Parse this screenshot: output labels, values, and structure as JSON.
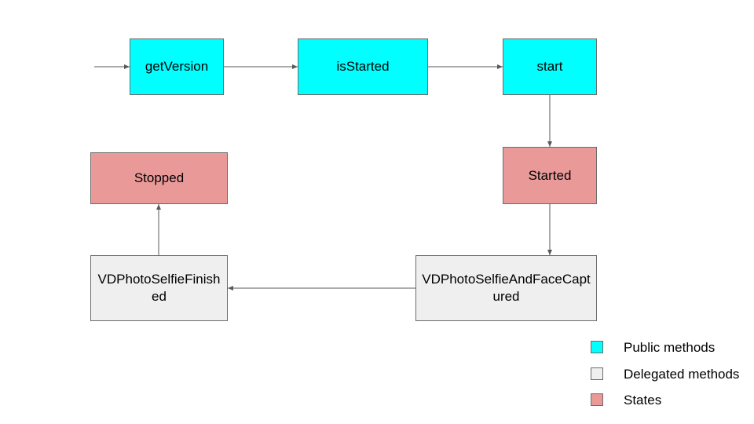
{
  "colors": {
    "public_method": "#00ffff",
    "delegated_method": "#efefef",
    "state": "#ea9999",
    "arrow": "#595959"
  },
  "nodes": {
    "get_version": {
      "label": "getVersion",
      "kind": "public_method"
    },
    "is_started": {
      "label": "isStarted",
      "kind": "public_method"
    },
    "start": {
      "label": "start",
      "kind": "public_method"
    },
    "started": {
      "label": "Started",
      "kind": "state"
    },
    "stopped": {
      "label": "Stopped",
      "kind": "state"
    },
    "selfie_and_face_captured": {
      "label": "VDPhotoSelfieAndFaceCaptured",
      "kind": "delegated_method"
    },
    "selfie_finished": {
      "label": "VDPhotoSelfieFinished",
      "kind": "delegated_method"
    }
  },
  "edges": [
    {
      "from": "entry",
      "to": "get_version"
    },
    {
      "from": "get_version",
      "to": "is_started"
    },
    {
      "from": "is_started",
      "to": "start"
    },
    {
      "from": "start",
      "to": "started"
    },
    {
      "from": "started",
      "to": "selfie_and_face_captured"
    },
    {
      "from": "selfie_and_face_captured",
      "to": "selfie_finished"
    },
    {
      "from": "selfie_finished",
      "to": "stopped"
    }
  ],
  "legend": {
    "items": [
      {
        "label": "Public methods",
        "kind": "public_method"
      },
      {
        "label": "Delegated methods",
        "kind": "delegated_method"
      },
      {
        "label": "States",
        "kind": "state"
      }
    ]
  }
}
